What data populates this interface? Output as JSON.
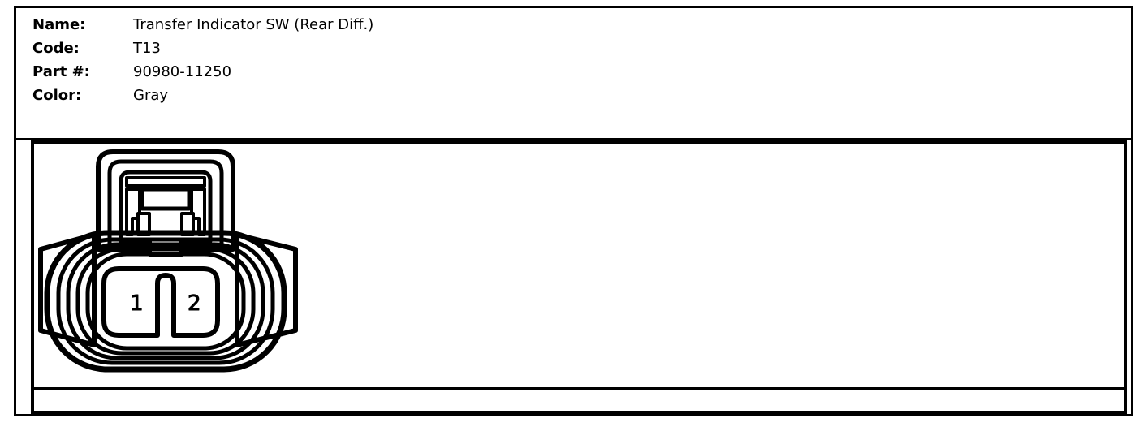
{
  "header": {
    "rows": [
      {
        "label": "Name:",
        "value": "Transfer Indicator SW (Rear Diff.)"
      },
      {
        "label": "Code:",
        "value": "T13"
      },
      {
        "label": "Part #:",
        "value": "90980-11250"
      },
      {
        "label": "Color:",
        "value": "Gray"
      }
    ]
  },
  "figure": {
    "title": "connector-face-view",
    "connector": {
      "type": "2-pin-sealed-connector",
      "orientation": "latch-up",
      "pin_count": 2,
      "pins": [
        {
          "number": "1",
          "position": "left"
        },
        {
          "number": "2",
          "position": "right"
        }
      ],
      "features": [
        "locking-latch-top",
        "side-mounting-wings",
        "concentric-seal-rings",
        "center-divider-rib"
      ]
    }
  },
  "colors": {
    "line": "#000000",
    "background": "#ffffff"
  }
}
